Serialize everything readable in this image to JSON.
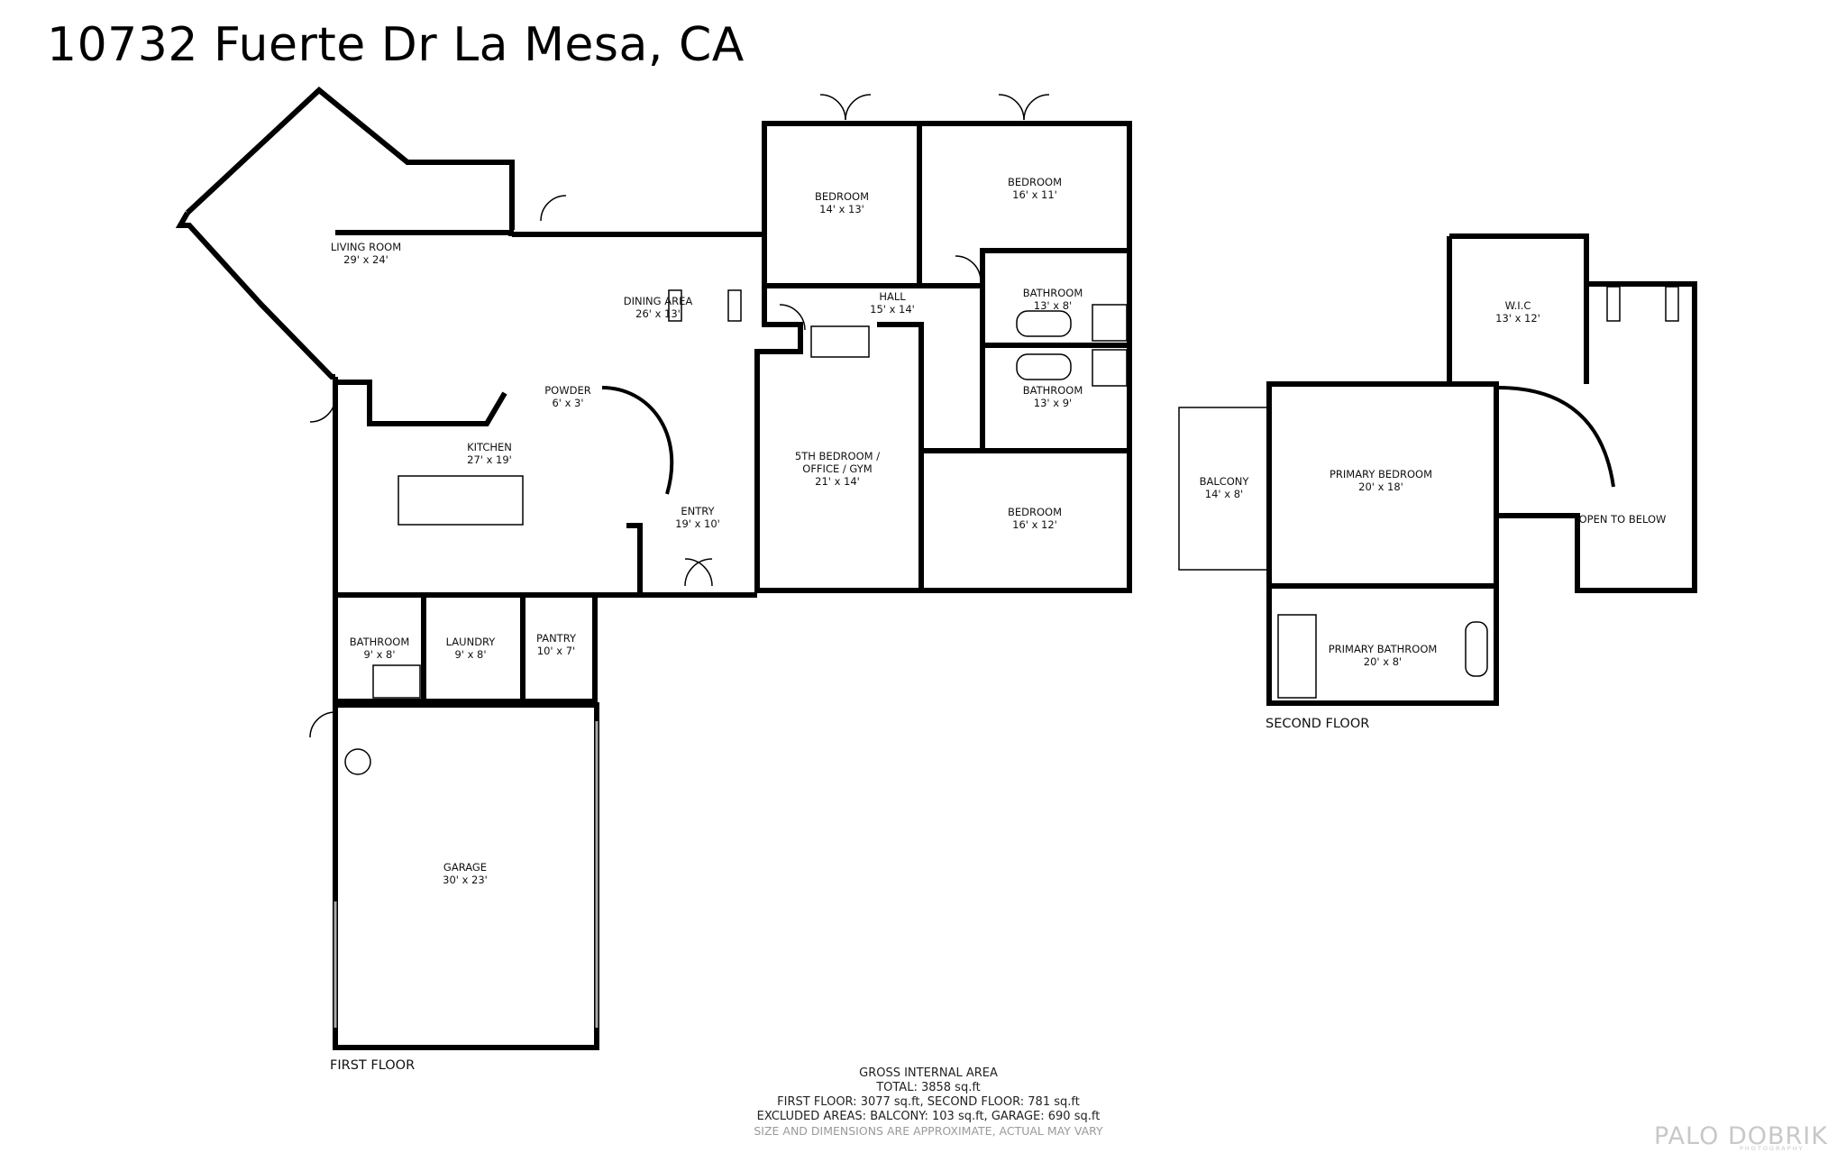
{
  "title": "10732 Fuerte Dr La Mesa, CA",
  "floors": {
    "first": "FIRST FLOOR",
    "second": "SECOND FLOOR"
  },
  "rooms": {
    "living_room": {
      "name": "LIVING ROOM",
      "size": "29' x 24'"
    },
    "dining_area": {
      "name": "DINING AREA",
      "size": "26' x 13'"
    },
    "bedroom_a": {
      "name": "BEDROOM",
      "size": "14' x 13'"
    },
    "bedroom_b": {
      "name": "BEDROOM",
      "size": "16' x 11'"
    },
    "hall": {
      "name": "HALL",
      "size": "15' x 14'"
    },
    "bathroom_a": {
      "name": "BATHROOM",
      "size": "13' x 8'"
    },
    "bathroom_b": {
      "name": "BATHROOM",
      "size": "13' x 9'"
    },
    "powder": {
      "name": "POWDER",
      "size": "6' x 3'"
    },
    "kitchen": {
      "name": "KITCHEN",
      "size": "27' x 19'"
    },
    "fifth_bedroom": {
      "line1": "5TH BEDROOM /",
      "line2": "OFFICE / GYM",
      "size": "21' x 14'"
    },
    "bedroom_c": {
      "name": "BEDROOM",
      "size": "16' x 12'"
    },
    "entry": {
      "name": "ENTRY",
      "size": "19' x 10'"
    },
    "bathroom_c": {
      "name": "BATHROOM",
      "size": "9' x 8'"
    },
    "laundry": {
      "name": "LAUNDRY",
      "size": "9' x 8'"
    },
    "pantry": {
      "name": "PANTRY",
      "size": "10' x 7'"
    },
    "garage": {
      "name": "GARAGE",
      "size": "30' x 23'"
    },
    "wic": {
      "name": "W.I.C",
      "size": "13' x 12'"
    },
    "balcony": {
      "name": "BALCONY",
      "size": "14' x 8'"
    },
    "primary_bedroom": {
      "name": "PRIMARY BEDROOM",
      "size": "20' x 18'"
    },
    "open_to_below": {
      "name": "OPEN TO BELOW"
    },
    "primary_bathroom": {
      "name": "PRIMARY BATHROOM",
      "size": "20' x 8'"
    }
  },
  "area": {
    "heading": "GROSS INTERNAL AREA",
    "total": "TOTAL: 3858 sq.ft",
    "floors": "FIRST FLOOR: 3077 sq.ft, SECOND FLOOR: 781 sq.ft",
    "excluded": "EXCLUDED AREAS: BALCONY: 103 sq.ft, GARAGE: 690 sq.ft",
    "disclaimer": "SIZE AND DIMENSIONS ARE APPROXIMATE, ACTUAL MAY VARY"
  },
  "logo": {
    "name": "PALO DOBRIK",
    "tagline": "PHOTOGRAPHY"
  }
}
